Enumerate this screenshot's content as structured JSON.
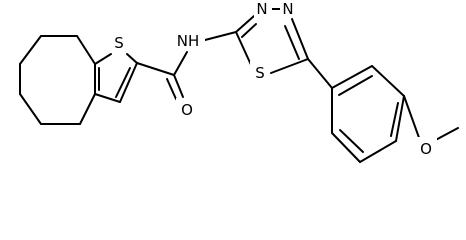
{
  "molecule": {
    "atoms": {
      "thiophene_sulfur": "S",
      "amide_nitrogen": "NH",
      "amide_oxygen": "O",
      "thiadiazole_nitrogen_1": "N",
      "thiadiazole_nitrogen_2": "N",
      "thiadiazole_sulfur": "S",
      "methoxy_oxygen": "O"
    },
    "colors": {
      "bond": "#000000",
      "label": "#000000",
      "background": "#ffffff"
    }
  }
}
